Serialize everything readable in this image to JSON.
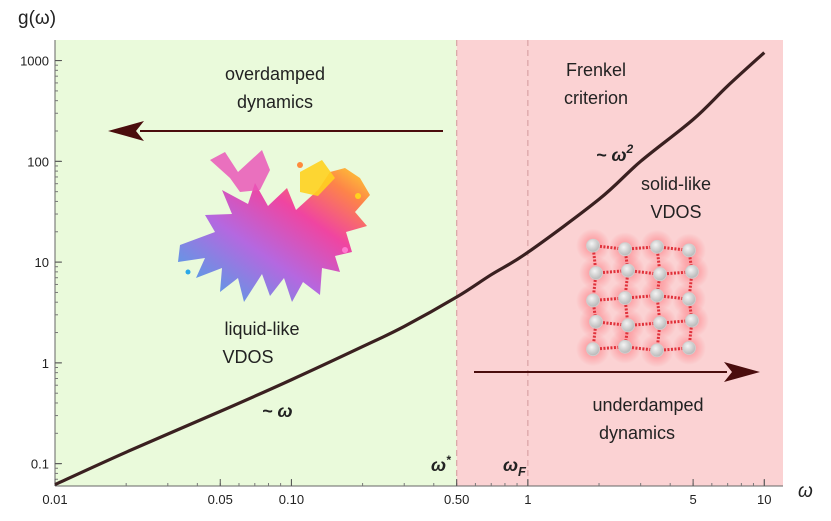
{
  "chart_data": {
    "type": "line",
    "x_scale": "log",
    "y_scale": "log",
    "xlim": [
      0.01,
      12
    ],
    "ylim": [
      0.06,
      1600
    ],
    "xlabel": "ω",
    "ylabel": "g(ω)",
    "x_ticks": [
      {
        "value": 0.01,
        "label": "0.01"
      },
      {
        "value": 0.05,
        "label": "0.05"
      },
      {
        "value": 0.1,
        "label": "0.10"
      },
      {
        "value": 0.5,
        "label": "0.50"
      },
      {
        "value": 1,
        "label": "1"
      },
      {
        "value": 5,
        "label": "5"
      },
      {
        "value": 10,
        "label": "10"
      }
    ],
    "y_ticks": [
      {
        "value": 0.1,
        "label": "0.1"
      },
      {
        "value": 1,
        "label": "1"
      },
      {
        "value": 10,
        "label": "10"
      },
      {
        "value": 100,
        "label": "100"
      },
      {
        "value": 1000,
        "label": "1000"
      }
    ],
    "series": [
      {
        "color": "#3a2020",
        "points": [
          [
            0.01,
            0.062
          ],
          [
            0.02,
            0.13
          ],
          [
            0.05,
            0.33
          ],
          [
            0.1,
            0.68
          ],
          [
            0.2,
            1.45
          ],
          [
            0.3,
            2.3
          ],
          [
            0.5,
            4.5
          ],
          [
            0.7,
            7.5
          ],
          [
            1,
            12.5
          ],
          [
            2,
            42
          ],
          [
            3,
            100
          ],
          [
            5,
            260
          ],
          [
            7,
            560
          ],
          [
            10,
            1200
          ]
        ]
      }
    ],
    "regions": [
      {
        "from": 0.01,
        "to": 0.5,
        "color": "#eafadb"
      },
      {
        "from": 0.5,
        "to": 12,
        "color": "#fbd2d3"
      }
    ],
    "vlines": [
      {
        "x": 0.5,
        "label": "ω*"
      },
      {
        "x": 1,
        "label": "ωF"
      }
    ],
    "annotations": {
      "overdamped_1": "overdamped",
      "overdamped_2": "dynamics",
      "underdamped_1": "underdamped",
      "underdamped_2": "dynamics",
      "frenkel_1": "Frenkel",
      "frenkel_2": "criterion",
      "solid_1": "solid-like",
      "solid_2": "VDOS",
      "liquid_1": "liquid-like",
      "liquid_2": "VDOS",
      "slope_low": "~ ω",
      "slope_high": "~ ω",
      "slope_high_exp": "2",
      "omega_star": "ω",
      "omega_star_sup": "*",
      "omega_f": "ω",
      "omega_f_sub": "F"
    },
    "colors": {
      "curve": "#3a2020",
      "arrow": "#4a0d0d",
      "liquid_region": "#eafadb",
      "solid_region": "#fbd2d3",
      "lattice": "#e0313a",
      "node": "#d9d9d9"
    },
    "grid": false,
    "legend": "none"
  }
}
